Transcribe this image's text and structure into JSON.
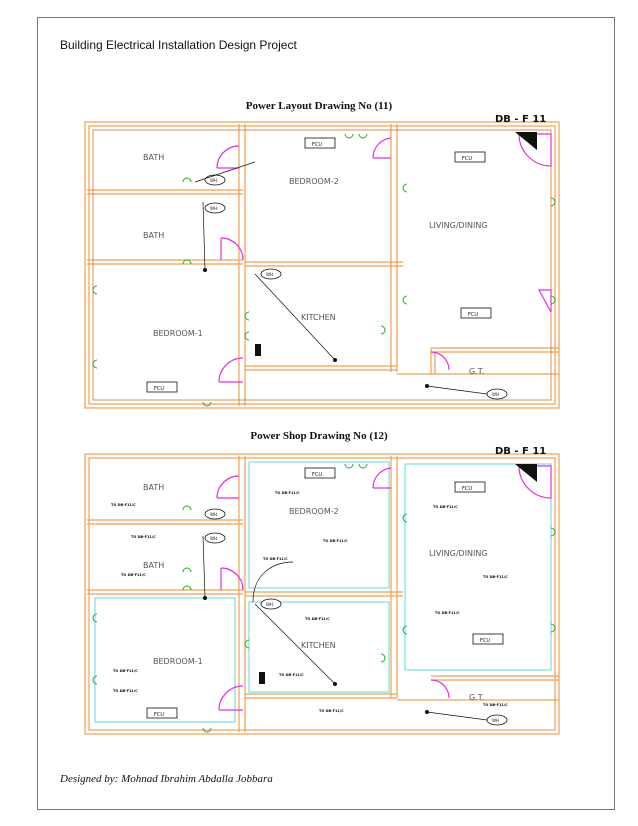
{
  "header": {
    "project_title": "Building Electrical Installation Design Project"
  },
  "footer": {
    "designer": "Designed by: Mohnad Ibrahim Abdalla Jobbara"
  },
  "drawing1": {
    "caption": "Power Layout Drawing No (11)",
    "db_label": "DB - F 11",
    "rooms": {
      "bath1": "BATH",
      "bath2": "BATH",
      "bedroom2": "BEDROOM-2",
      "living": "LIVING/DINING",
      "bedroom1": "BEDROOM-1",
      "kitchen": "KITCHEN",
      "gt": "G.T."
    },
    "fcu": "FCU",
    "wh": "WH"
  },
  "drawing2": {
    "caption": "Power Shop Drawing No (12)",
    "db_label": "DB - F 11",
    "rooms": {
      "bath1": "BATH",
      "bath2": "BATH",
      "bedroom2": "BEDROOM-2",
      "living": "LIVING/DINING",
      "bedroom1": "BEDROOM-1",
      "kitchen": "KITCHEN",
      "gt": "G.T."
    },
    "fcu": "FCU",
    "wh": "WH",
    "circuit_label": "TO DB-F11/C"
  },
  "colors": {
    "wall": "#f0a050",
    "wall_inner": "#d87020",
    "door": "#e030e0",
    "socket": "#22aa22",
    "room_text": "#555555",
    "cyan": "#30d0e0"
  }
}
